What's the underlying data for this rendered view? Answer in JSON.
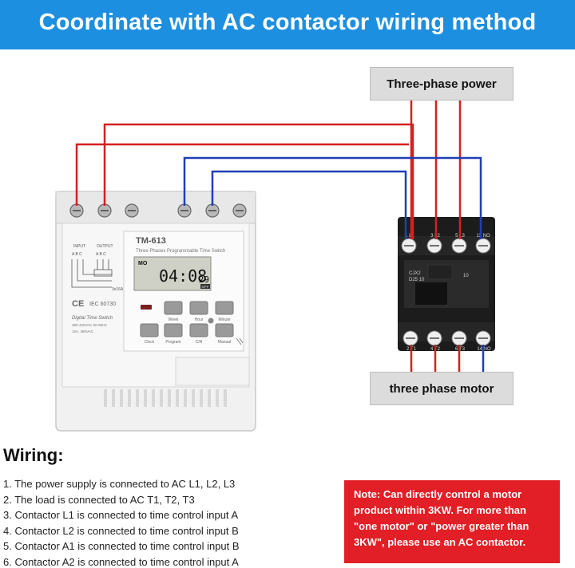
{
  "banner": {
    "title": "Coordinate with AC contactor wiring method"
  },
  "labels": {
    "power": "Three-phase power",
    "motor": "three phase motor"
  },
  "timer": {
    "model": "TM-613",
    "subtitle": "Three Phases Programmable Time Switch",
    "display_day": "MO",
    "display_time": "04:08",
    "display_seconds": "29",
    "display_state": "OFF",
    "input_label": "INPUT",
    "output_label": "OUTPUT",
    "terminals_in": "A B C",
    "terminals_out": "A B C",
    "rating_label": "3x16A",
    "ce_mark": "CE",
    "standard": "IEC 60730",
    "product_type": "Digital Time Switch",
    "spec_1": "380-420VAC 50-60Hz",
    "spec_2": "16A, 380VAC",
    "buttons": {
      "week": "Week",
      "hour": "Hour",
      "minute": "Minute",
      "clock": "Clock",
      "program": "Program",
      "cr": "C/R",
      "manual": "Manual"
    }
  },
  "contactor": {
    "model": "CJX2",
    "rating": "D25 10",
    "rating_side": "10",
    "top_terminals": [
      "1 L1",
      "3 L2",
      "5 L3",
      "13 NO"
    ],
    "bottom_terminals": [
      "2 T1",
      "4 T2",
      "6 T3",
      "14 NO"
    ]
  },
  "wiring": {
    "title": "Wiring:",
    "items": [
      "1. The power supply is connected to AC L1, L2, L3",
      "2. The load is connected to AC T1, T2, T3",
      "3. Contactor L1 is connected to time control input A",
      "4. Contactor L2 is connected to time control input B",
      "5. Contactor A1 is connected to time control input B",
      "6. Contactor A2 is connected to time control input A"
    ]
  },
  "note": {
    "text": "Note: Can directly control a motor product within 3KW. For more than \"one motor\" or \"power greater than 3KW\", please use an AC contactor."
  },
  "colors": {
    "banner": "#1d8fe0",
    "phase_wire": "#d42020",
    "control_wire": "#1f3fb8",
    "note_bg": "#e21f26"
  }
}
